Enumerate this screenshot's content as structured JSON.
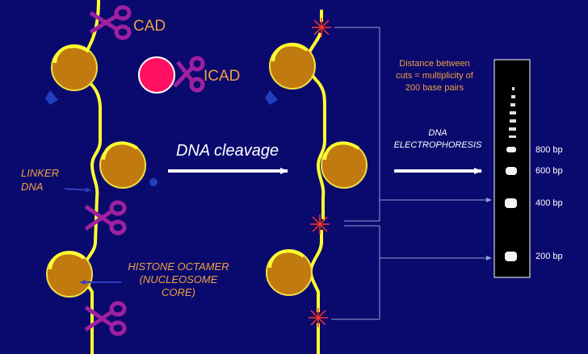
{
  "labels": {
    "cad": "CAD",
    "icad": "ICAD",
    "linker_dna": [
      "LINKER",
      "DNA"
    ],
    "histone_octamer": [
      "HISTONE OCTAMER",
      "(NUCLEOSOME",
      "CORE)"
    ],
    "dna_cleavage": "DNA cleavage",
    "distance_note": [
      "Distance between",
      "cuts = multiplicity of",
      "200 base pairs"
    ],
    "dna_electrophoresis": [
      "DNA",
      "ELECTROPHORESIS"
    ]
  },
  "gel_band_labels": [
    "800 bp",
    "600 bp",
    "400 bp",
    "200 bp"
  ],
  "colors": {
    "background": "#0a0a6e",
    "dna_strand": "#ffff30",
    "nucleosome": "#c07a10",
    "icad": "#ff1060",
    "scissors": "#a020a0",
    "label_orange": "#f0a040",
    "arrow": "#ffffff",
    "cut_site": "#ff3030"
  },
  "icons": [
    "scissors-icon",
    "nucleosome-icon",
    "icad-icon",
    "cut-site-icon",
    "gel-image"
  ]
}
